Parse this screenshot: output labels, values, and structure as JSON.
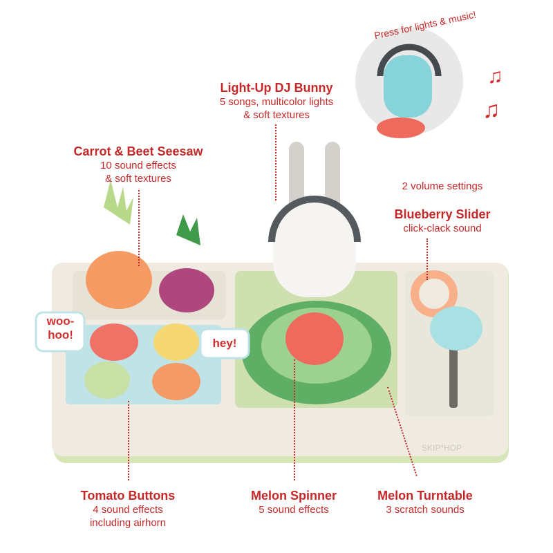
{
  "callouts": {
    "bunny": {
      "title": "Light-Up DJ Bunny",
      "lines": [
        "5 songs, multicolor lights",
        "& soft textures"
      ]
    },
    "seesaw": {
      "title": "Carrot & Beet Seesaw",
      "lines": [
        "10 sound effects",
        "& soft textures"
      ]
    },
    "volume": {
      "text": "2 volume settings"
    },
    "slider": {
      "title": "Blueberry Slider",
      "lines": [
        "click-clack sound"
      ]
    },
    "tomato": {
      "title": "Tomato Buttons",
      "lines": [
        "4 sound effects",
        "including airhorn"
      ]
    },
    "spinner": {
      "title": "Melon Spinner",
      "lines": [
        "5 sound effects"
      ]
    },
    "turntable": {
      "title": "Melon Turntable",
      "lines": [
        "3 scratch sounds"
      ]
    }
  },
  "inset": {
    "caption": "Press for lights & music!"
  },
  "bubbles": {
    "left": "woo-hoo!",
    "right": "hey!"
  },
  "logo": "SKIP*HOP",
  "colors": {
    "accent": "#c62828",
    "base": "#efebe0",
    "green": "#cfe0b0",
    "blue": "#bfe3e6"
  }
}
